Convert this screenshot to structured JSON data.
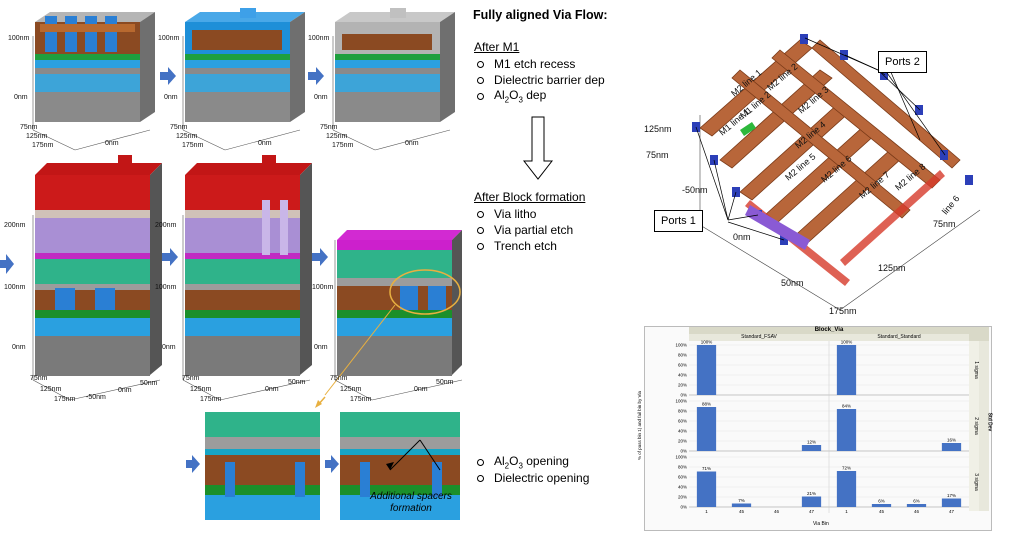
{
  "flow": {
    "title": "Fully aligned Via Flow:",
    "after_m1": {
      "heading": "After M1",
      "items": [
        "M1 etch recess",
        "Dielectric barrier dep",
        "Al2O3 dep"
      ]
    },
    "after_block": {
      "heading": "After Block formation",
      "items": [
        "Via litho",
        "Via partial etch",
        "Trench etch"
      ]
    },
    "opening": {
      "items": [
        "Al2O3 opening",
        "Dielectric opening"
      ]
    }
  },
  "process_views": {
    "top_ticks": [
      "100nm",
      "0nm",
      "75nm",
      "125nm",
      "175nm",
      "0nm"
    ],
    "mid_ticks": [
      "200nm",
      "100nm",
      "0nm",
      "75nm",
      "125nm",
      "175nm",
      "-50nm",
      "0nm",
      "50nm"
    ],
    "spacer_annotation": "Additional spacers formation"
  },
  "model_3d": {
    "ports2": "Ports 2",
    "ports1": "Ports 1",
    "ticks": [
      "125nm",
      "75nm",
      "-50nm",
      "0nm",
      "50nm",
      "125nm",
      "175nm",
      "75nm"
    ],
    "m1_lines": [
      "M1 line 1",
      "M1 line 2"
    ],
    "m2_lines": [
      "M2 line 1",
      "M2 line 2",
      "M2 line 3",
      "M2 line 4",
      "M2 line 5",
      "M2 line 6",
      "M2 line 7",
      "M2 line 8",
      "line 6"
    ]
  },
  "chart_data": {
    "type": "bar",
    "title": "Block_Via",
    "panels": [
      "Standard_FSAV",
      "Standard_Standard"
    ],
    "row_header": "Std Dev",
    "rows": [
      "1 sigma",
      "2 sigma",
      "3 sigma"
    ],
    "categories": [
      "1",
      "45",
      "46",
      "47"
    ],
    "xlabel": "Via Bin",
    "ylabel": "% of pass bin 1) and fail bin by Via",
    "yticks": [
      "0%",
      "20%",
      "40%",
      "60%",
      "80%",
      "100%"
    ],
    "ylim": [
      0,
      100
    ],
    "series": [
      {
        "panel": "Standard_FSAV",
        "row": "1 sigma",
        "values": [
          100,
          0,
          0,
          0
        ],
        "labels": [
          "100%",
          "",
          "",
          ""
        ]
      },
      {
        "panel": "Standard_Standard",
        "row": "1 sigma",
        "values": [
          100,
          0,
          0,
          0
        ],
        "labels": [
          "100%",
          "",
          "",
          ""
        ]
      },
      {
        "panel": "Standard_FSAV",
        "row": "2 sigma",
        "values": [
          88,
          0,
          0,
          12
        ],
        "labels": [
          "88%",
          "",
          "",
          "12%"
        ]
      },
      {
        "panel": "Standard_Standard",
        "row": "2 sigma",
        "values": [
          84,
          0,
          0,
          16
        ],
        "labels": [
          "84%",
          "",
          "",
          "16%"
        ]
      },
      {
        "panel": "Standard_FSAV",
        "row": "3 sigma",
        "values": [
          71,
          7,
          0,
          21
        ],
        "labels": [
          "71%",
          "7%",
          "",
          "21%"
        ]
      },
      {
        "panel": "Standard_Standard",
        "row": "3 sigma",
        "values": [
          72,
          6,
          6,
          17
        ],
        "labels": [
          "72%",
          "6%",
          "6%",
          "17%"
        ]
      }
    ],
    "grid": true
  }
}
